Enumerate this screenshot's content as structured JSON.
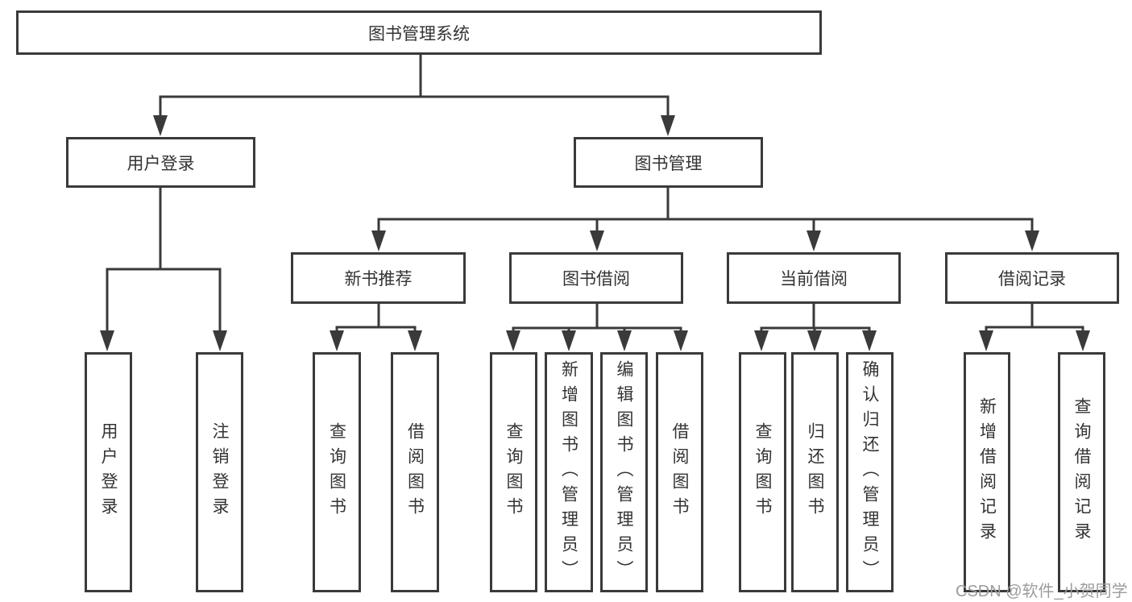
{
  "diagram": {
    "watermark": "CSDN @软件_小贺同学",
    "colors": {
      "line": "#3a3a3a",
      "box_border": "#3a3a3a",
      "box_fill": "#ffffff",
      "text": "#333333",
      "watermark": "#9c9c9c",
      "background": "#ffffff"
    },
    "tree": {
      "label": "图书管理系统",
      "children": [
        {
          "label": "用户登录",
          "children": [
            {
              "label": "用户登录"
            },
            {
              "label": "注销登录"
            }
          ]
        },
        {
          "label": "图书管理",
          "children": [
            {
              "label": "新书推荐",
              "children": [
                {
                  "label": "查询图书"
                },
                {
                  "label": "借阅图书"
                }
              ]
            },
            {
              "label": "图书借阅",
              "children": [
                {
                  "label": "查询图书"
                },
                {
                  "label": "新增图书（管理员）"
                },
                {
                  "label": "编辑图书（管理员）"
                },
                {
                  "label": "借阅图书"
                }
              ]
            },
            {
              "label": "当前借阅",
              "children": [
                {
                  "label": "查询图书"
                },
                {
                  "label": "归还图书"
                },
                {
                  "label": "确认归还（管理员）"
                }
              ]
            },
            {
              "label": "借阅记录",
              "children": [
                {
                  "label": "新增借阅记录"
                },
                {
                  "label": "查询借阅记录"
                }
              ]
            }
          ]
        }
      ]
    }
  }
}
